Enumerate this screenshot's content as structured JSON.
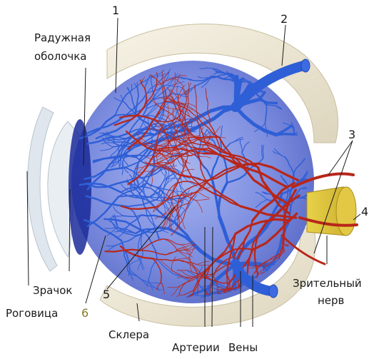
{
  "labels": {
    "iris": [
      "Радужная",
      "оболочка"
    ],
    "pupil": "Зрачок",
    "cornea": "Роговица",
    "sclera": "Склера",
    "arteries": "Артерии",
    "veins": "Вены",
    "optic_nerve": [
      "Зрительный",
      "нерв"
    ]
  },
  "numbers": {
    "n1": "1",
    "n2": "2",
    "n3": "3",
    "n4": "4",
    "n5": "5",
    "n6": "6"
  },
  "colors": {
    "vein": "#2f5fd6",
    "artery": "#b8261a",
    "globe": "#7f8fe0",
    "sclera": "#efe9d6",
    "nerve": "#e8d24a",
    "number6": "#8a7a2a"
  }
}
